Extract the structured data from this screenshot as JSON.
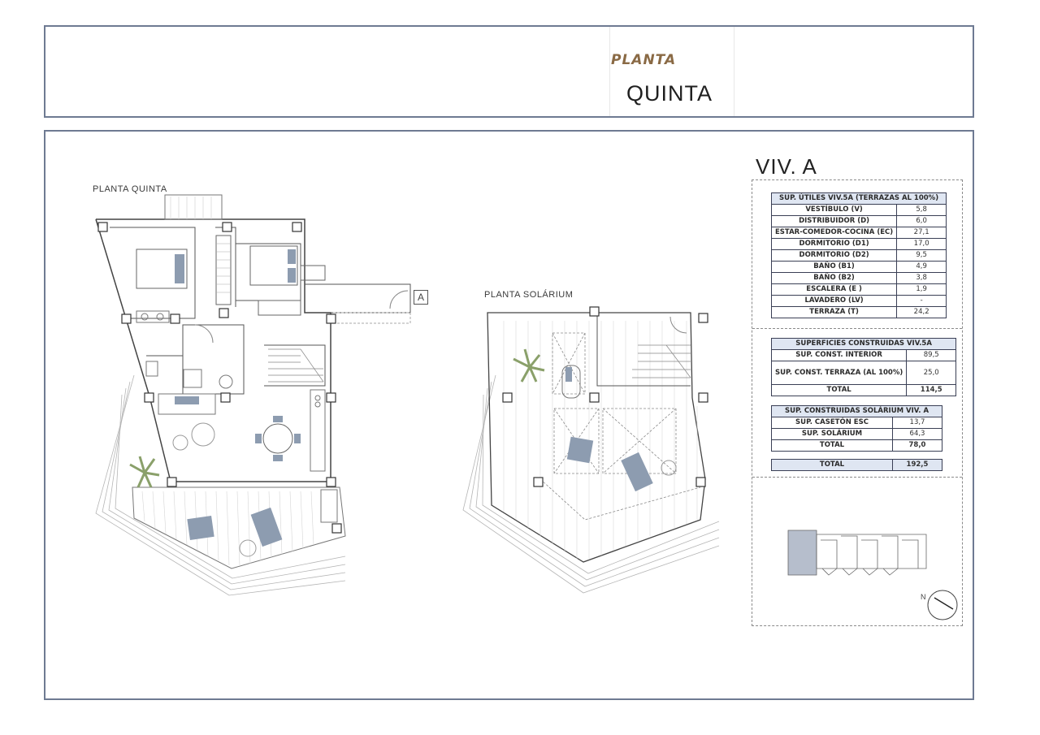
{
  "header": {
    "planta_label": "PLANTA",
    "floor_name": "QUINTA"
  },
  "plans": {
    "quinta_label": "PLANTA QUINTA",
    "solarium_label": "PLANTA SOLÁRIUM",
    "section_marker": "A"
  },
  "unit": {
    "title": "VIV. A"
  },
  "useful_areas": {
    "header": "SUP. ÚTILES VIV.5A (TERRAZAS AL 100%)",
    "rows": [
      {
        "label": "VESTÍBULO  (V)",
        "value": "5,8"
      },
      {
        "label": "DISTRIBUIDOR (D)",
        "value": "6,0"
      },
      {
        "label": "ESTAR-COMEDOR-COCINA (EC)",
        "value": "27,1"
      },
      {
        "label": "DORMITORIO (D1)",
        "value": "17,0"
      },
      {
        "label": "DORMITORIO (D2)",
        "value": "9,5"
      },
      {
        "label": "BAÑO (B1)",
        "value": "4,9"
      },
      {
        "label": "BAÑO (B2)",
        "value": "3,8"
      },
      {
        "label": "ESCALERA (E )",
        "value": "1,9"
      },
      {
        "label": "LAVADERO (LV)",
        "value": "-"
      },
      {
        "label": "TERRAZA (T)",
        "value": "24,2"
      }
    ]
  },
  "built_areas": {
    "header": "SUPERFICIES CONSTRUIDAS VIV.5A",
    "rows": [
      {
        "label": "SUP. CONST. INTERIOR",
        "value": "89,5"
      },
      {
        "label": "SUP. CONST. TERRAZA (AL 100%)",
        "value": "25,0"
      }
    ],
    "total_label": "TOTAL",
    "total_value": "114,5"
  },
  "solarium_areas": {
    "header": "SUP. Construidas Solárium VIV. A",
    "rows": [
      {
        "label": "SUP. CASETÓN ESC",
        "value": "13,7"
      },
      {
        "label": "SUP. SOLÁRIUM",
        "value": "64,3"
      }
    ],
    "total_label": "TOTAL",
    "total_value": "78,0"
  },
  "grand_total": {
    "label": "TOTAL",
    "value": "192,5"
  },
  "compass": {
    "north_label": "N"
  },
  "colors": {
    "frame": "#6e7a92",
    "table_border": "#3a3f55",
    "table_header": "#dfe6f2",
    "furniture": "#8d9cb0",
    "title_accent": "#8a6a45",
    "plant": "#8aa06a"
  }
}
